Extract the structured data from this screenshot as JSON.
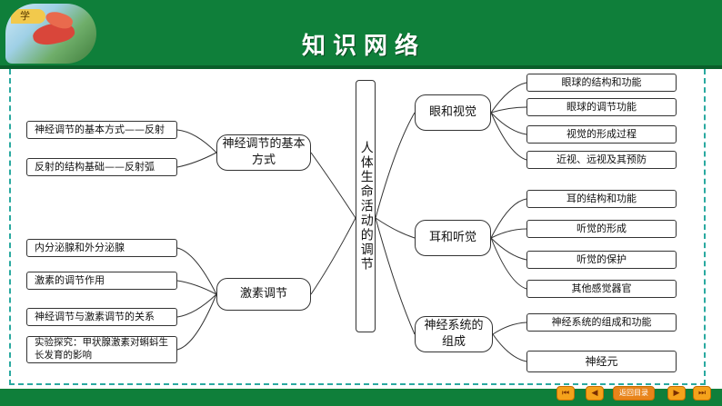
{
  "header": {
    "photo_tag": "学",
    "title": "知识网络"
  },
  "diagram": {
    "center": "人体生命活动的调节",
    "branches": {
      "eye": {
        "label": "眼和视觉",
        "items": [
          "眼球的结构和功能",
          "眼球的调节功能",
          "视觉的形成过程",
          "近视、远视及其预防"
        ]
      },
      "ear": {
        "label": "耳和听觉",
        "items": [
          "耳的结构和功能",
          "听觉的形成",
          "听觉的保护",
          "其他感觉器官"
        ]
      },
      "nerve_system": {
        "label": "神经系统的组成",
        "items": [
          "神经系统的组成和功能",
          "神经元"
        ]
      },
      "nerve_basic": {
        "label": "神经调节的基本方式",
        "items": [
          "神经调节的基本方式——反射",
          "反射的结构基础——反射弧"
        ]
      },
      "hormone": {
        "label": "激素调节",
        "items": [
          "内分泌腺和外分泌腺",
          "激素的调节作用",
          "神经调节与激素调节的关系",
          "实验探究：甲状腺激素对蝌蚪生长发育的影响"
        ]
      }
    }
  },
  "footer": {
    "nav": [
      "⏮",
      "◀",
      "返回目录",
      "▶",
      "⏭"
    ]
  }
}
